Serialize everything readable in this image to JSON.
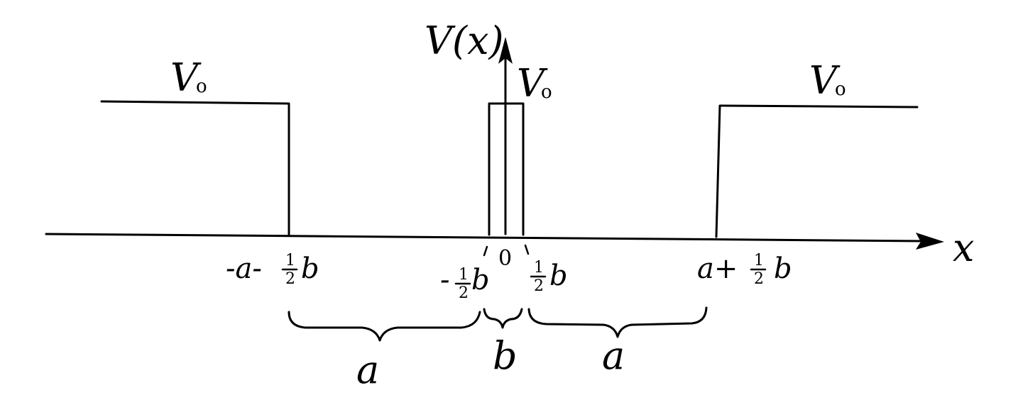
{
  "diagram": {
    "y_axis_label": "V(x)",
    "x_axis_label": "x",
    "potential_labels": {
      "left": "V",
      "center": "V",
      "right": "V",
      "subscript": "o"
    },
    "origin_label": "0",
    "ticks": {
      "left_outer": {
        "prefix": "-a-",
        "frac_num": "1",
        "frac_den": "2",
        "suffix": "b"
      },
      "left_inner": {
        "prefix": "-",
        "frac_num": "1",
        "frac_den": "2",
        "suffix": "b"
      },
      "right_inner": {
        "prefix": "",
        "frac_num": "1",
        "frac_den": "2",
        "suffix": "b"
      },
      "right_outer": {
        "prefix": "a+",
        "frac_num": "1",
        "frac_den": "2",
        "suffix": "b"
      }
    },
    "brace_labels": {
      "left": "a",
      "center": "b",
      "right": "a"
    }
  }
}
